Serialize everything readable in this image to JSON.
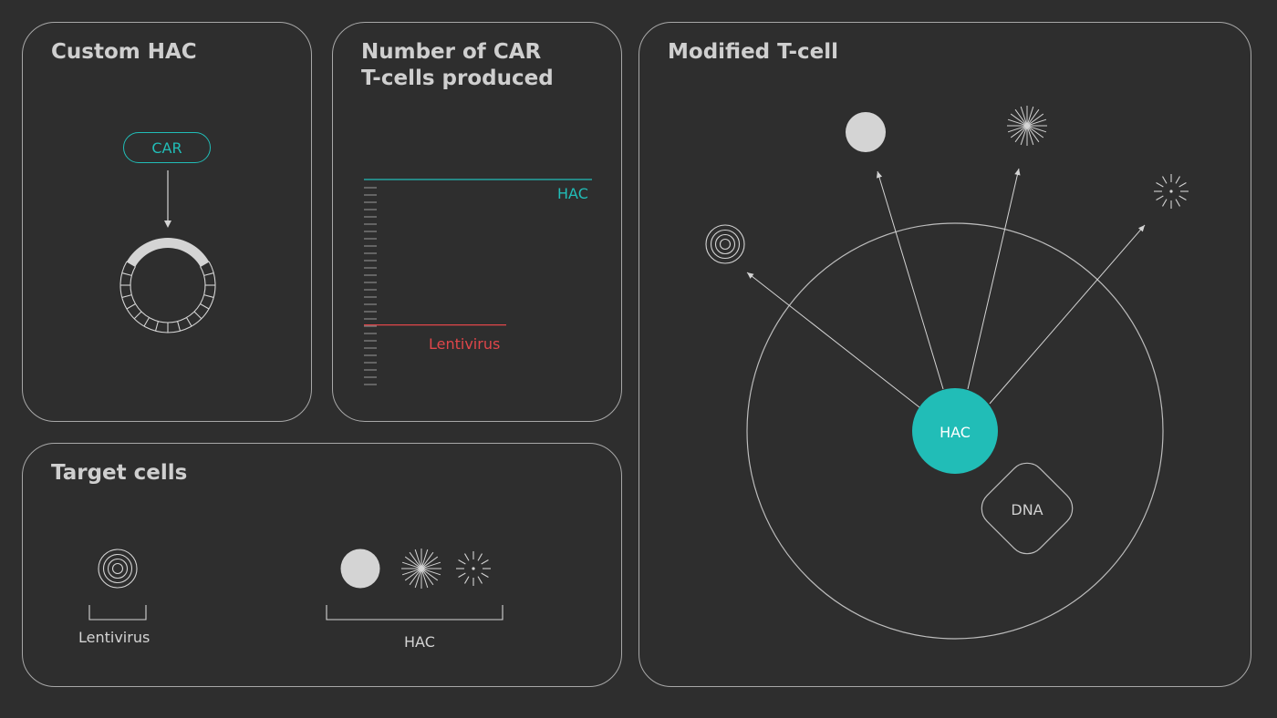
{
  "panels": {
    "custom_hac": {
      "title": "Custom HAC",
      "car_label": "CAR"
    },
    "car_count": {
      "title": "Number of CAR\nT-cells produced",
      "hac_label": "HAC",
      "lentivirus_label": "Lentivirus"
    },
    "target_cells": {
      "title": "Target cells",
      "lentivirus_label": "Lentivirus",
      "hac_label": "HAC"
    },
    "modified_tcell": {
      "title": "Modified T-cell",
      "hac_label": "HAC",
      "dna_label": "DNA"
    }
  },
  "colors": {
    "background": "#2e2e2e",
    "border": "#a8a8a8",
    "teal": "#21bdb7",
    "red": "#e0464a",
    "text": "#cfcfcf",
    "shape": "#d4d4d4"
  },
  "chart_data": {
    "type": "bar",
    "categories": [
      "HAC",
      "Lentivirus"
    ],
    "values": [
      10,
      3
    ],
    "title": "Number of CAR\nT-cells produced",
    "xlabel": "",
    "ylabel": "",
    "ylim": [
      0,
      10
    ]
  }
}
